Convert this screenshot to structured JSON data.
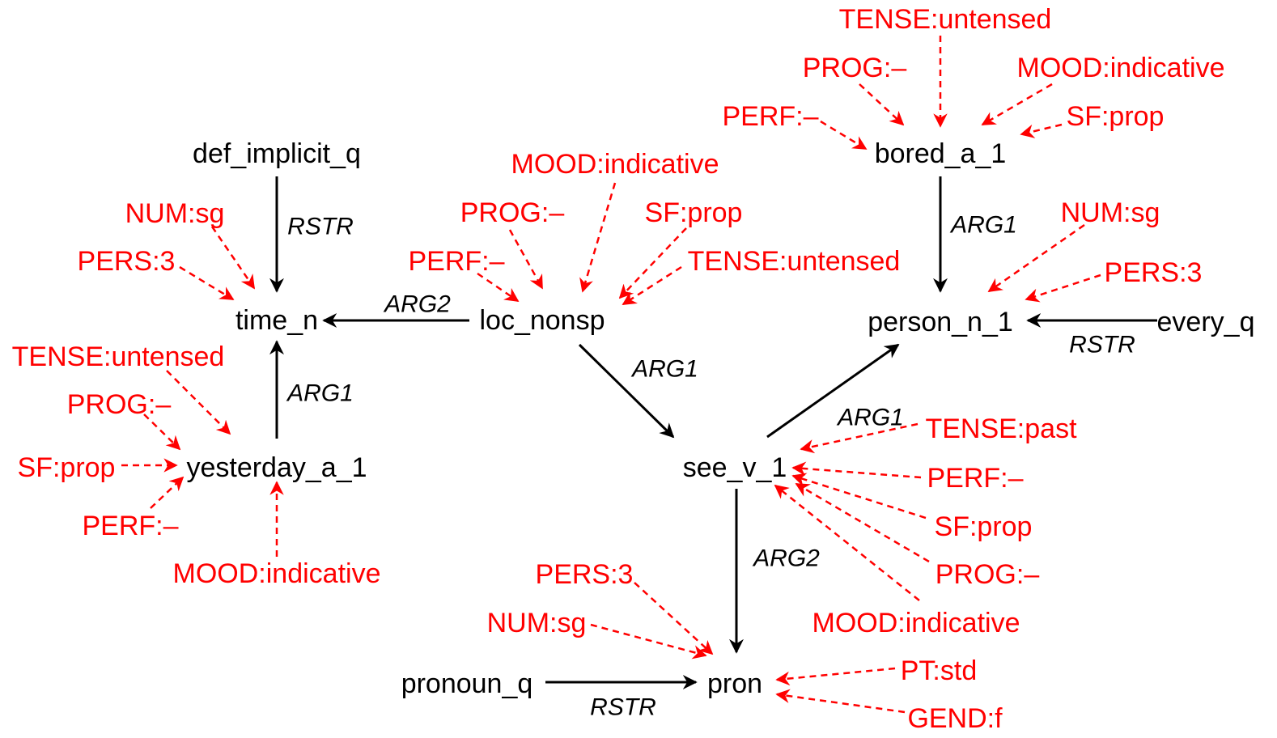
{
  "colors": {
    "node": "#000000",
    "property": "#ff0000",
    "edge": "#000000",
    "property_edge": "#ff0000"
  },
  "nodes": {
    "def_implicit_q": "def_implicit_q",
    "time_n": "time_n",
    "loc_nonsp": "loc_nonsp",
    "yesterday_a_1": "yesterday_a_1",
    "bored_a_1": "bored_a_1",
    "person_n_1": "person_n_1",
    "every_q": "every_q",
    "see_v_1": "see_v_1",
    "pronoun_q": "pronoun_q",
    "pron": "pron"
  },
  "edges": [
    {
      "from": "def_implicit_q",
      "to": "time_n",
      "label": "RSTR"
    },
    {
      "from": "loc_nonsp",
      "to": "time_n",
      "label": "ARG2"
    },
    {
      "from": "yesterday_a_1",
      "to": "time_n",
      "label": "ARG1"
    },
    {
      "from": "loc_nonsp",
      "to": "see_v_1",
      "label": "ARG1"
    },
    {
      "from": "bored_a_1",
      "to": "person_n_1",
      "label": "ARG1"
    },
    {
      "from": "every_q",
      "to": "person_n_1",
      "label": "RSTR"
    },
    {
      "from": "see_v_1",
      "to": "person_n_1",
      "label": "ARG1"
    },
    {
      "from": "see_v_1",
      "to": "pron",
      "label": "ARG2"
    },
    {
      "from": "pronoun_q",
      "to": "pron",
      "label": "RSTR"
    }
  ],
  "properties": [
    {
      "target": "time_n",
      "text": "NUM:sg"
    },
    {
      "target": "time_n",
      "text": "PERS:3"
    },
    {
      "target": "yesterday_a_1",
      "text": "TENSE:untensed"
    },
    {
      "target": "yesterday_a_1",
      "text": "PROG:–"
    },
    {
      "target": "yesterday_a_1",
      "text": "SF:prop"
    },
    {
      "target": "yesterday_a_1",
      "text": "PERF:–"
    },
    {
      "target": "yesterday_a_1",
      "text": "MOOD:indicative"
    },
    {
      "target": "loc_nonsp",
      "text": "MOOD:indicative"
    },
    {
      "target": "loc_nonsp",
      "text": "PROG:–"
    },
    {
      "target": "loc_nonsp",
      "text": "SF:prop"
    },
    {
      "target": "loc_nonsp",
      "text": "PERF:–"
    },
    {
      "target": "loc_nonsp",
      "text": "TENSE:untensed"
    },
    {
      "target": "bored_a_1",
      "text": "TENSE:untensed"
    },
    {
      "target": "bored_a_1",
      "text": "PROG:–"
    },
    {
      "target": "bored_a_1",
      "text": "MOOD:indicative"
    },
    {
      "target": "bored_a_1",
      "text": "PERF:–"
    },
    {
      "target": "bored_a_1",
      "text": "SF:prop"
    },
    {
      "target": "person_n_1",
      "text": "NUM:sg"
    },
    {
      "target": "person_n_1",
      "text": "PERS:3"
    },
    {
      "target": "see_v_1",
      "text": "TENSE:past"
    },
    {
      "target": "see_v_1",
      "text": "PERF:–"
    },
    {
      "target": "see_v_1",
      "text": "SF:prop"
    },
    {
      "target": "see_v_1",
      "text": "PROG:–"
    },
    {
      "target": "see_v_1",
      "text": "MOOD:indicative"
    },
    {
      "target": "pron",
      "text": "PERS:3"
    },
    {
      "target": "pron",
      "text": "NUM:sg"
    },
    {
      "target": "pron",
      "text": "PT:std"
    },
    {
      "target": "pron",
      "text": "GEND:f"
    }
  ]
}
